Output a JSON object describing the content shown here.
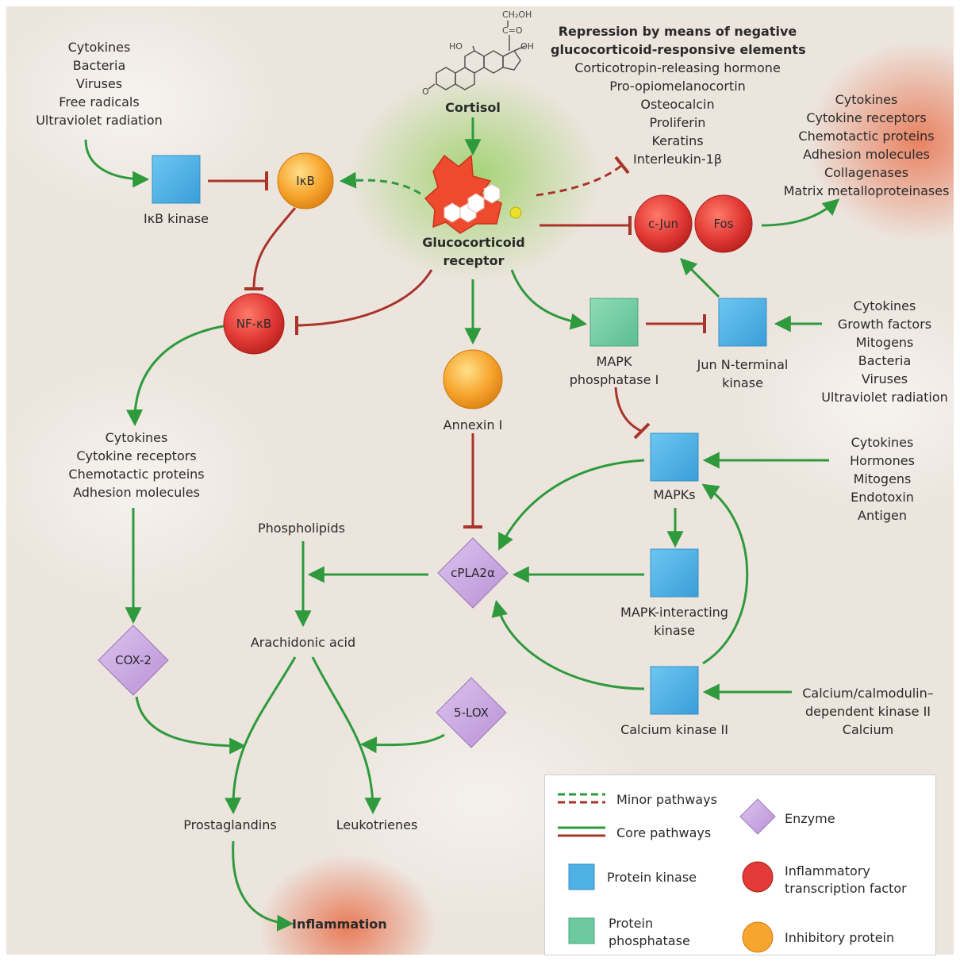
{
  "molecule": {
    "formula_top": "CH₂OH",
    "formula_co": "C=O",
    "label_ho": "HO",
    "label_oh": "OH",
    "label_o": "O",
    "name": "Cortisol"
  },
  "nodes": {
    "ikb": "IκB",
    "nfkb": "NF-κB",
    "cjun": "c-Jun",
    "fos": "Fos",
    "cpla2a": "cPLA2α",
    "cox2": "COX-2",
    "lox5": "5-LOX"
  },
  "labels": {
    "ikb_kinase": "IκB kinase",
    "glucocorticoid_receptor": [
      "Glucocorticoid",
      "receptor"
    ],
    "annexin": "Annexin I",
    "mapk_phosphatase": [
      "MAPK",
      "phosphatase I"
    ],
    "jnk": [
      "Jun N-terminal",
      "kinase"
    ],
    "mapks": "MAPKs",
    "mapk_interacting": [
      "MAPK-interacting",
      "kinase"
    ],
    "calcium_kinase": "Calcium kinase II",
    "phospholipids": "Phospholipids",
    "arachidonic_acid": "Arachidonic acid",
    "prostaglandins": "Prostaglandins",
    "leukotrienes": "Leukotrienes",
    "inflammation": "Inflammation"
  },
  "lists": {
    "top_left_stimuli": [
      "Cytokines",
      "Bacteria",
      "Viruses",
      "Free radicals",
      "Ultraviolet radiation"
    ],
    "repression_title": [
      "Repression by means of negative",
      "glucocorticoid-responsive elements"
    ],
    "repression_items": [
      "Corticotropin-releasing hormone",
      "Pro-opiomelanocortin",
      "Osteocalcin",
      "Proliferin",
      "Keratins",
      "Interleukin-1β"
    ],
    "ap1_products": [
      "Cytokines",
      "Cytokine receptors",
      "Chemotactic proteins",
      "Adhesion molecules",
      "Collagenases",
      "Matrix metalloproteinases"
    ],
    "jnk_stimuli": [
      "Cytokines",
      "Growth factors",
      "Mitogens",
      "Bacteria",
      "Viruses",
      "Ultraviolet radiation"
    ],
    "nfkb_products": [
      "Cytokines",
      "Cytokine receptors",
      "Chemotactic proteins",
      "Adhesion molecules"
    ],
    "mapk_stimuli": [
      "Cytokines",
      "Hormones",
      "Mitogens",
      "Endotoxin",
      "Antigen"
    ],
    "calcium_stimuli": [
      "Calcium/calmodulin–",
      "dependent kinase II",
      "Calcium"
    ]
  },
  "legend": {
    "minor": "Minor pathways",
    "core": "Core pathways",
    "enzyme": "Enzyme",
    "protein_kinase": "Protein kinase",
    "inflammatory_tf": [
      "Inflammatory",
      "transcription factor"
    ],
    "protein_phosphatase": [
      "Protein",
      "phosphatase"
    ],
    "inhibitory_protein": "Inhibitory protein"
  },
  "colors": {
    "activation": "#2e9a3c",
    "inhibition": "#a8342a",
    "protein_kinase": "#4fb0e6",
    "protein_phosphatase": "#6cc9a0",
    "inflammatory_tf": "#e23a36",
    "inhibitory_protein": "#f7a52e",
    "enzyme": "#c9a6df",
    "receptor": "#ee4a2e"
  }
}
